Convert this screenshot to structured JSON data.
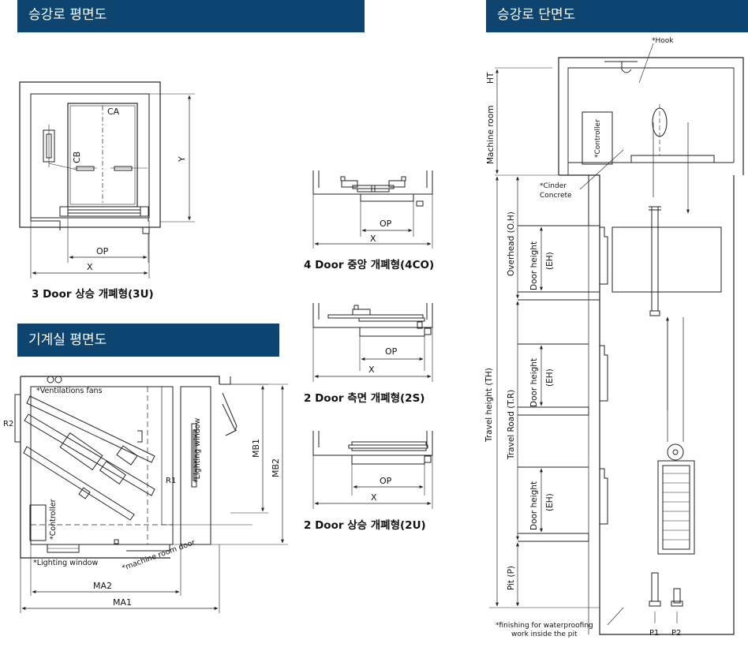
{
  "headers": {
    "hoistway_plan": "승강로 평면도",
    "hoistway_section": "승강로 단면도",
    "machine_room_plan": "기계실 평면도"
  },
  "captions": {
    "door_3u": "3 Door 상승 개폐형(3U)",
    "door_4co": "4 Door 중앙 개폐형(4CO)",
    "door_2s": "2 Door 측면 개폐형(2S)",
    "door_2u": "2 Door 상승 개폐형(2U)"
  },
  "plan_labels": {
    "ca": "CA",
    "cb": "CB",
    "op": "OP",
    "x": "X",
    "y": "Y"
  },
  "machine_room_labels": {
    "ventilation": "*Ventilations fans",
    "lighting_window_left": "*Lighting window",
    "lighting_window_right": "*Lighting window",
    "controller": "*Controller",
    "machine_room_door": "*machine room door",
    "r1": "R1",
    "r2": "R2",
    "ma1": "MA1",
    "ma2": "MA2",
    "mb1": "MB1",
    "mb2": "MB2"
  },
  "section_labels": {
    "hook": "*Hook",
    "controller": "*Controller",
    "cinder_concrete_1": "*Cinder",
    "cinder_concrete_2": "Concrete",
    "machine_room": "Machine room",
    "ht": "HT",
    "overhead": "Overhead (O.H)",
    "door_height": "Door height",
    "eh": "(EH)",
    "travel_height": "Travel height (TH)",
    "travel_road": "Travel Road (T.R)",
    "pit": "Pit (P)",
    "finishing_1": "*finishing for waterproofing",
    "finishing_2": "work inside the pit",
    "p1": "P1",
    "p2": "P2"
  }
}
